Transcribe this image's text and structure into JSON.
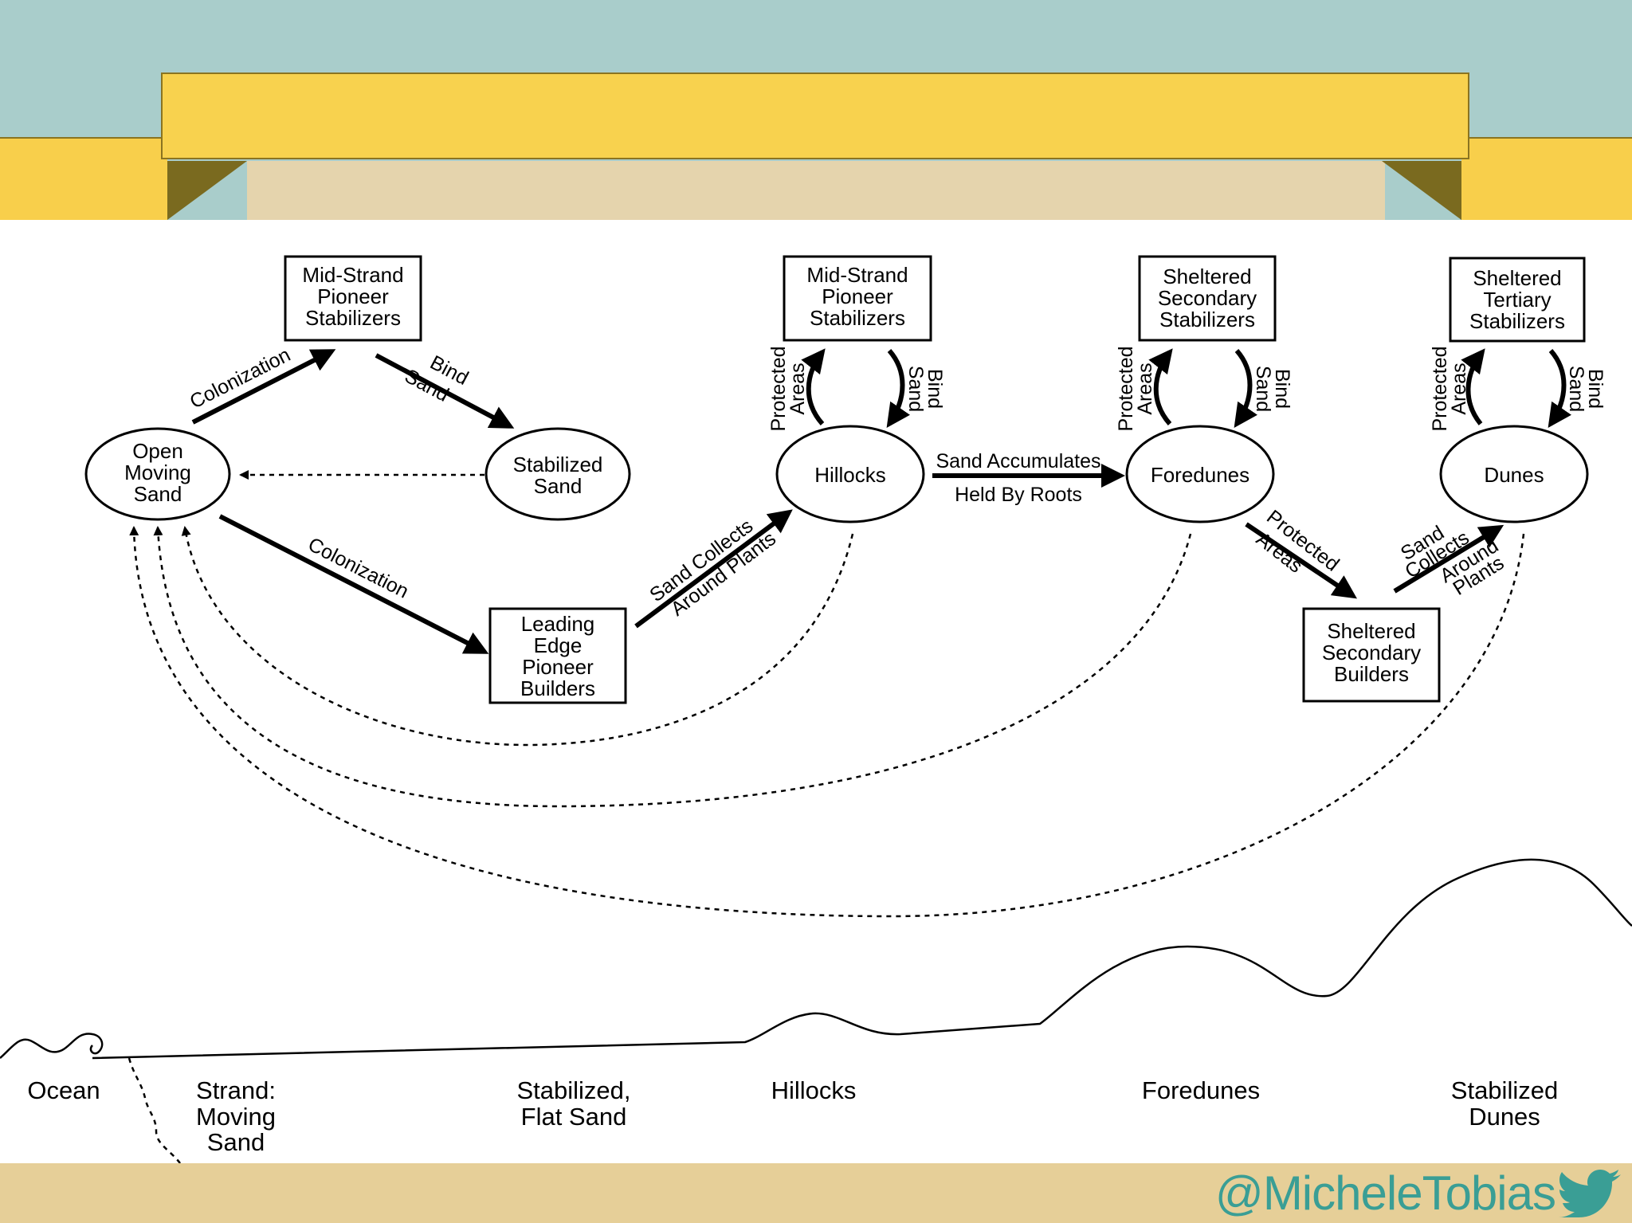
{
  "colors": {
    "header_sky": "#a9cdcb",
    "board_yellow": "#f8d24e",
    "footer_sand": "#e6cf98",
    "handle_teal": "#3a9e95"
  },
  "nodes": {
    "open_moving_sand": [
      "Open",
      "Moving",
      "Sand"
    ],
    "mid_strand_1": [
      "Mid-Strand",
      "Pioneer",
      "Stabilizers"
    ],
    "stabilized_sand": [
      "Stabilized",
      "Sand"
    ],
    "leading_edge": [
      "Leading",
      "Edge",
      "Pioneer",
      "Builders"
    ],
    "mid_strand_2": [
      "Mid-Strand",
      "Pioneer",
      "Stabilizers"
    ],
    "hillocks": [
      "Hillocks"
    ],
    "sheltered_secondary_stabilizers": [
      "Sheltered",
      "Secondary",
      "Stabilizers"
    ],
    "foredunes": [
      "Foredunes"
    ],
    "sheltered_tertiary_stabilizers": [
      "Sheltered",
      "Tertiary",
      "Stabilizers"
    ],
    "dunes": [
      "Dunes"
    ],
    "sheltered_secondary_builders": [
      "Sheltered",
      "Secondary",
      "Builders"
    ]
  },
  "edges": {
    "colonization_top": "Colonization",
    "bind_sand_1": [
      "Bind",
      "Sand"
    ],
    "colonization_bottom": "Colonization",
    "sand_collects_1": [
      "Sand Collects",
      "Around Plants"
    ],
    "protected_areas_1": [
      "Protected",
      "Areas"
    ],
    "bind_sand_2": [
      "Bind",
      "Sand"
    ],
    "sand_accumulates": [
      "Sand Accumulates",
      "Held By Roots"
    ],
    "protected_areas_2": [
      "Protected",
      "Areas"
    ],
    "bind_sand_3": [
      "Bind",
      "Sand"
    ],
    "protected_areas_3": [
      "Protected",
      "Areas"
    ],
    "bind_sand_4": [
      "Bind",
      "Sand"
    ],
    "protected_areas_4": [
      "Protected",
      "Areas"
    ],
    "sand_collects_2": [
      "Sand",
      "Collects",
      "Around",
      "Plants"
    ]
  },
  "landscape_labels": {
    "ocean": [
      "Ocean"
    ],
    "strand": [
      "Strand:",
      "Moving",
      "Sand"
    ],
    "flat": [
      "Stabilized,",
      "Flat Sand"
    ],
    "hillocks": [
      "Hillocks"
    ],
    "foredunes": [
      "Foredunes"
    ],
    "dunes": [
      "Stabilized",
      "Dunes"
    ]
  },
  "footer": {
    "handle": "@MicheleTobias",
    "icon": "bird-icon"
  }
}
